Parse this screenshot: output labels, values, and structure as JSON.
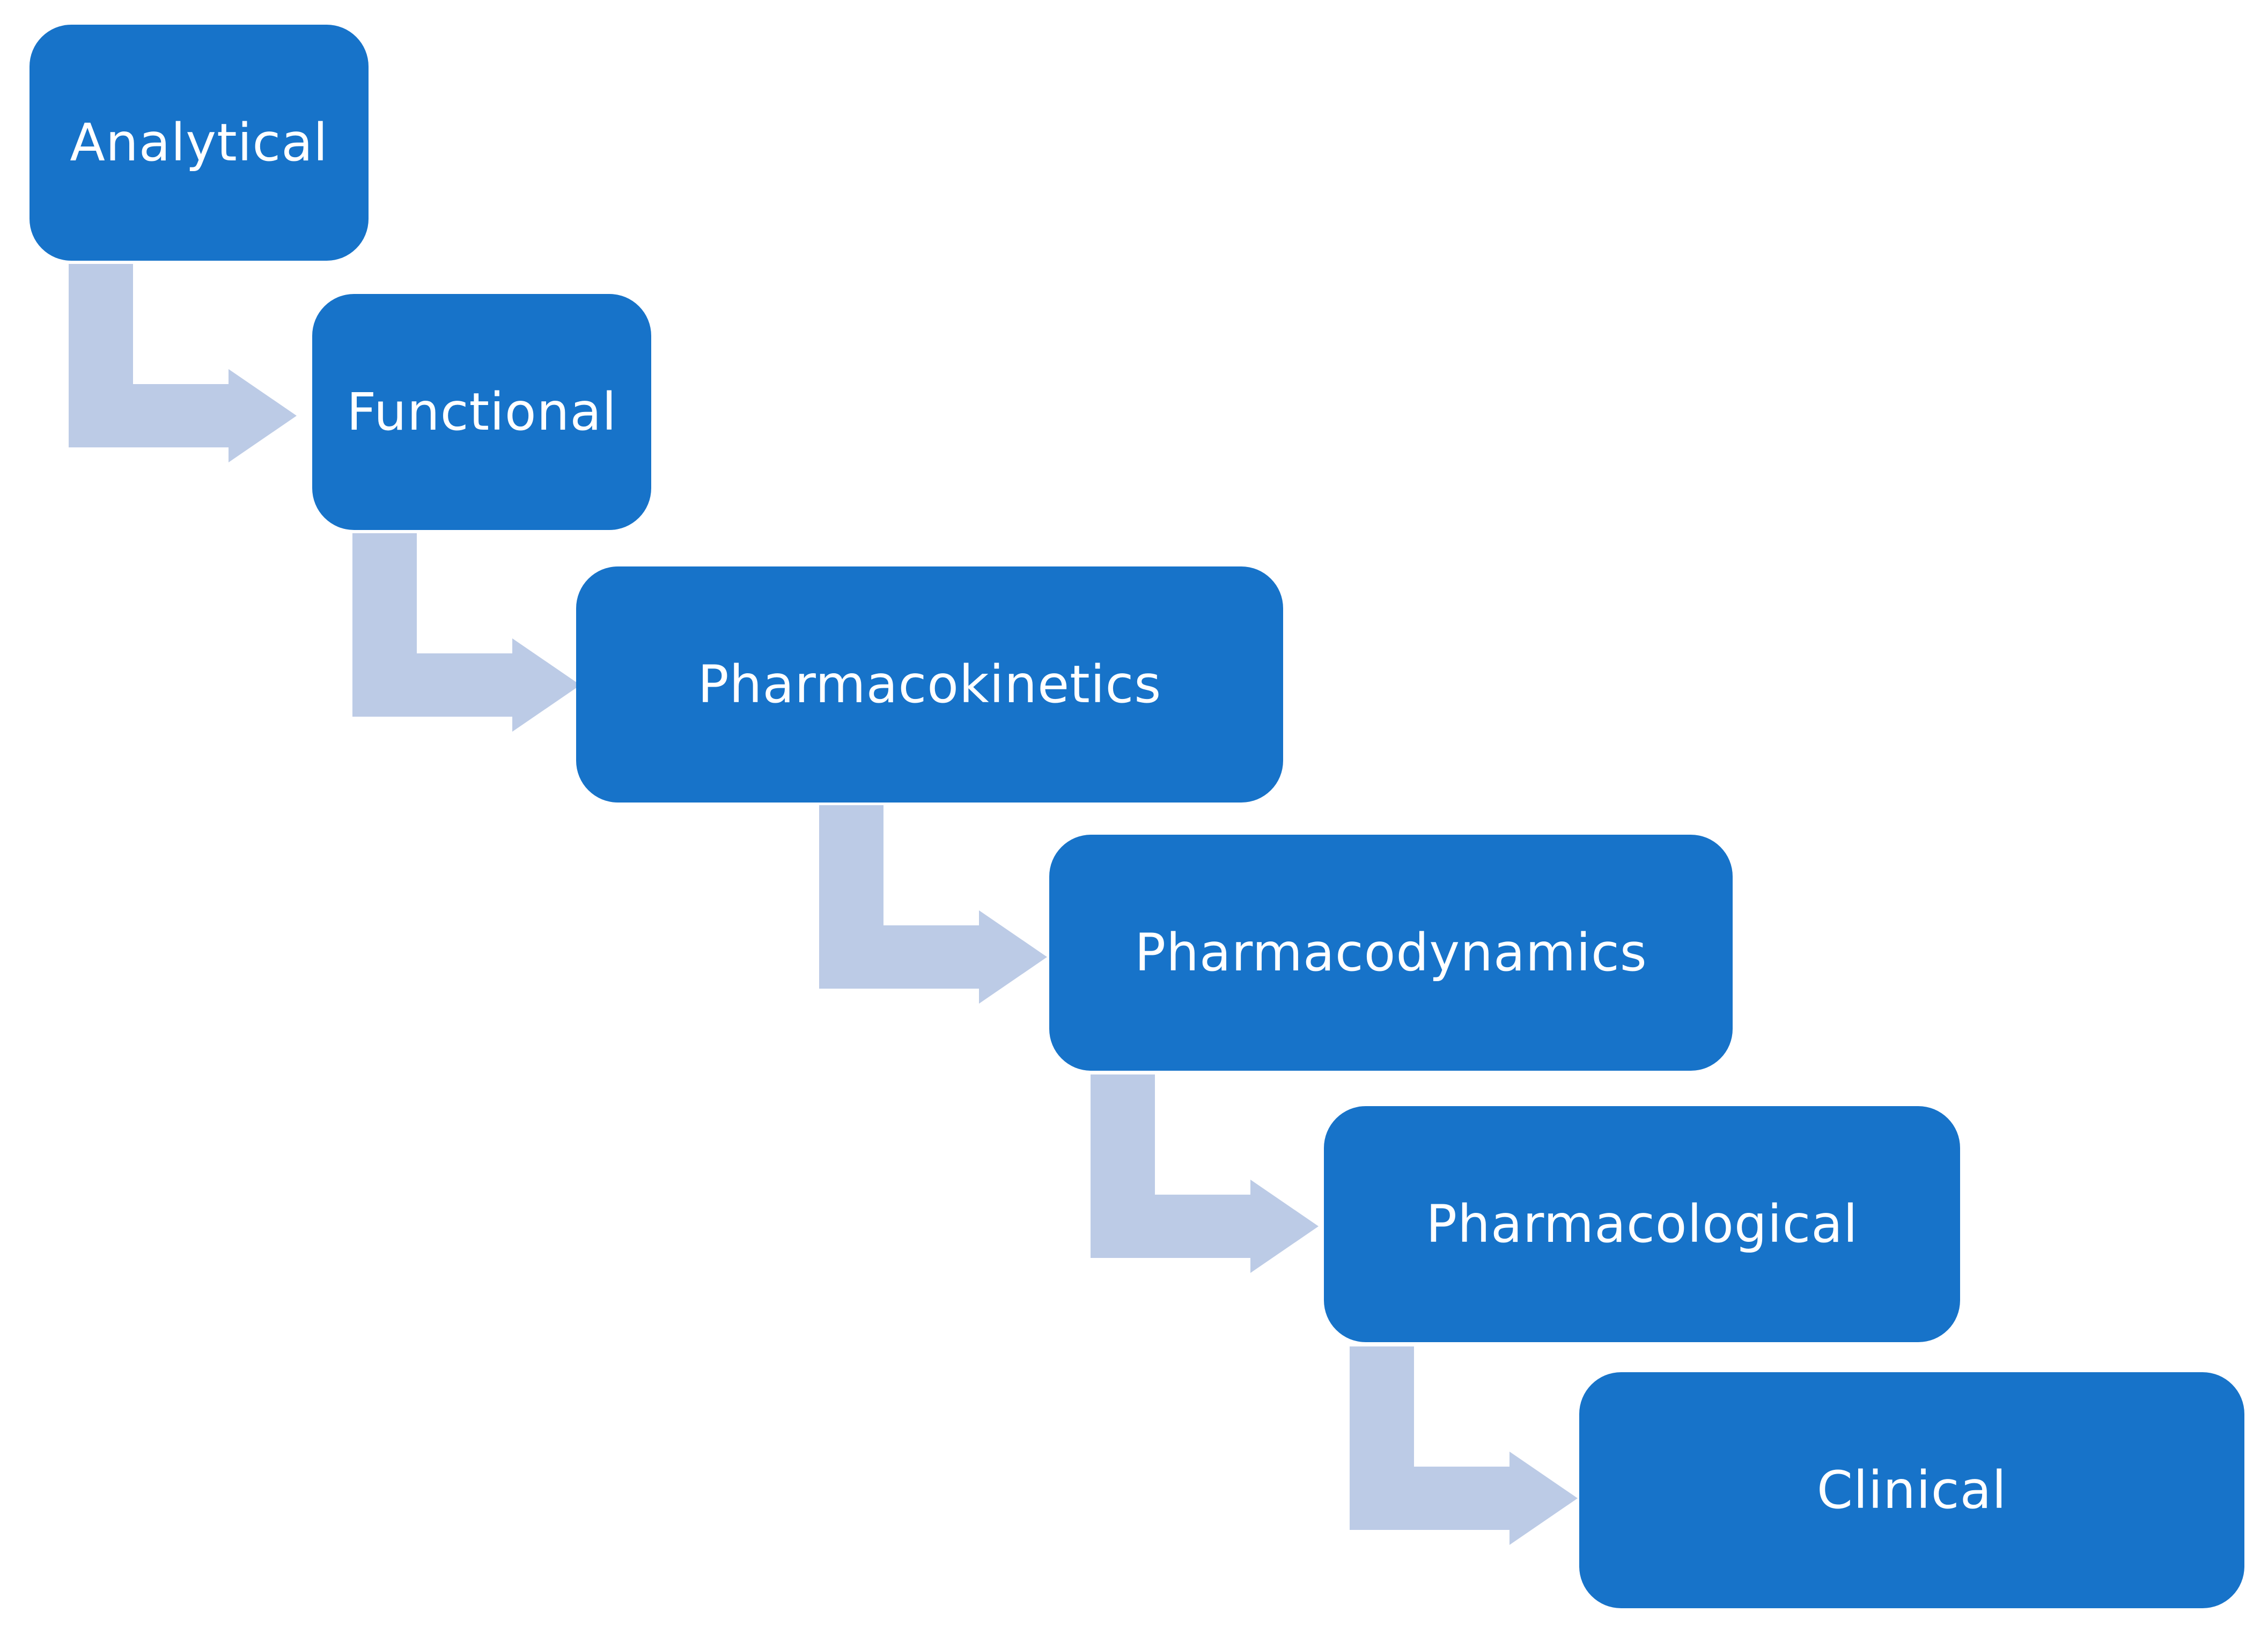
{
  "steps": [
    {
      "label": "Analytical"
    },
    {
      "label": "Functional"
    },
    {
      "label": "Pharmacokinetics"
    },
    {
      "label": "Pharmacodynamics"
    },
    {
      "label": "Pharmacological"
    },
    {
      "label": "Clinical"
    }
  ],
  "colors": {
    "box": "#1773c9",
    "arrow": "#bccbe6",
    "text": "#ffffff"
  }
}
